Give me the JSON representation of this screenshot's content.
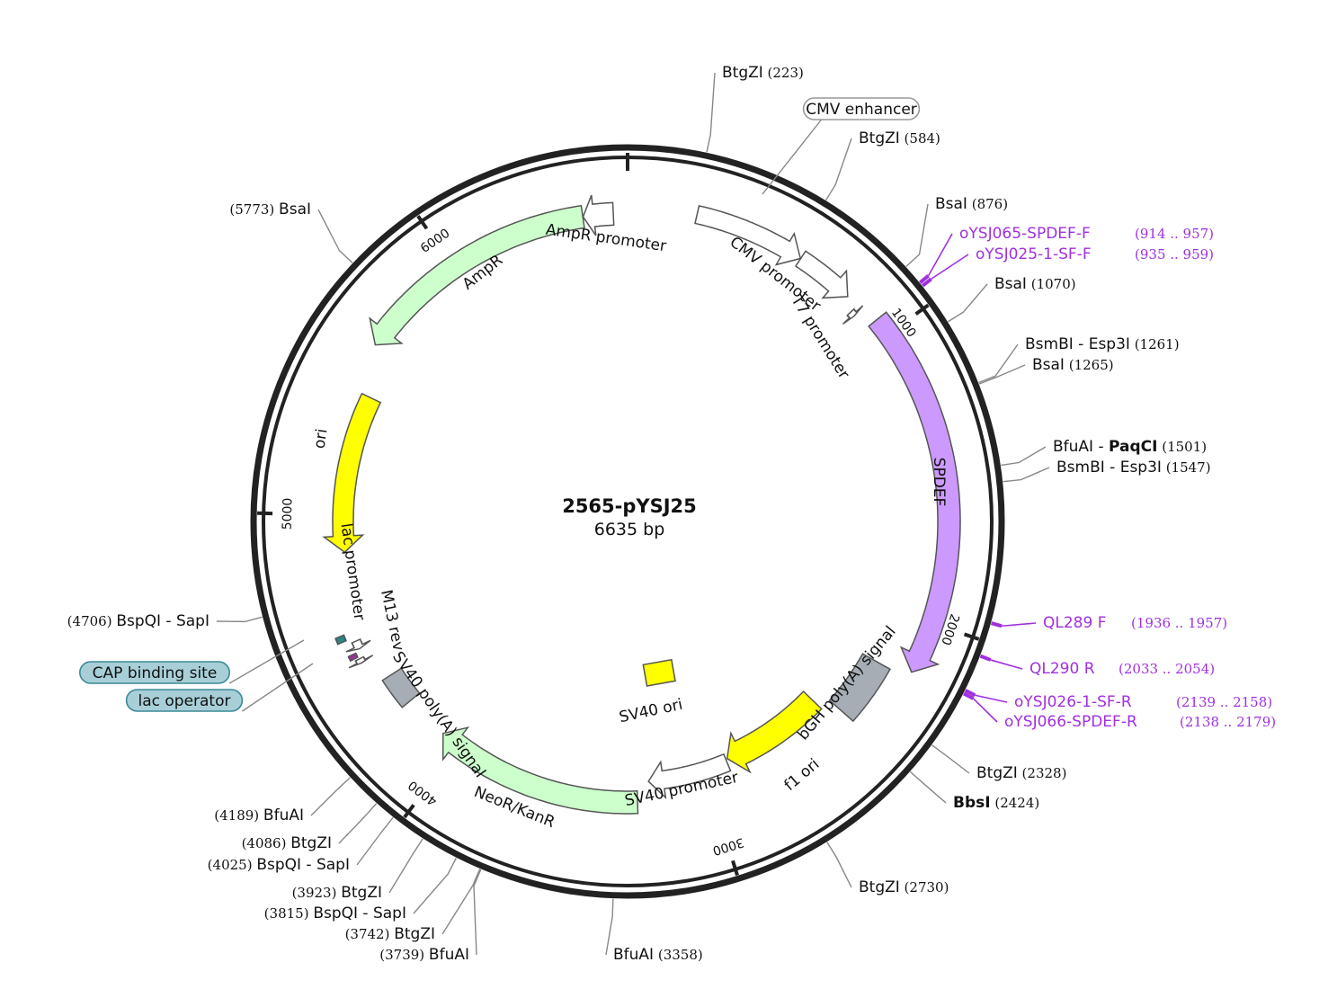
{
  "plasmid": {
    "name": "2565-pYSJ25",
    "length_label": "6635 bp",
    "length": 6635
  },
  "ticks": [
    {
      "pos": 1000,
      "label": "1000"
    },
    {
      "pos": 2000,
      "label": "2000"
    },
    {
      "pos": 3000,
      "label": "3000"
    },
    {
      "pos": 4000,
      "label": "4000"
    },
    {
      "pos": 5000,
      "label": "5000"
    },
    {
      "pos": 6000,
      "label": "6000"
    }
  ],
  "sites": [
    {
      "name": "BtgZI",
      "pos": 223,
      "pos_label": "(223)"
    },
    {
      "name": "BtgZI",
      "pos": 584,
      "pos_label": "(584)"
    },
    {
      "name": "BsaI",
      "pos": 876,
      "pos_label": "(876)"
    },
    {
      "name": "BsaI",
      "pos": 1070,
      "pos_label": "(1070)"
    },
    {
      "name": "BsmBI - Esp3I",
      "pos": 1261,
      "pos_label": "(1261)"
    },
    {
      "name": "BsaI",
      "pos": 1265,
      "pos_label": "(1265)"
    },
    {
      "name": "BfuAI - ",
      "name_bold": "PaqCI",
      "pos": 1501,
      "pos_label": "(1501)"
    },
    {
      "name": "BsmBI - Esp3I",
      "pos": 1547,
      "pos_label": "(1547)"
    },
    {
      "name": "BtgZI",
      "pos": 2328,
      "pos_label": "(2328)"
    },
    {
      "name": "",
      "name_bold": "BbsI",
      "pos": 2424,
      "pos_label": "(2424)"
    },
    {
      "name": "BtgZI",
      "pos": 2730,
      "pos_label": "(2730)"
    },
    {
      "name": "BfuAI",
      "pos": 3358,
      "pos_label": "(3358)"
    },
    {
      "name": "BfuAI",
      "pos": 3739,
      "pos_label": "(3739)"
    },
    {
      "name": "BtgZI",
      "pos": 3742,
      "pos_label": "(3742)"
    },
    {
      "name": "BspQI - SapI",
      "pos": 3815,
      "pos_label": "(3815)"
    },
    {
      "name": "BtgZI",
      "pos": 3923,
      "pos_label": "(3923)"
    },
    {
      "name": "BspQI - SapI",
      "pos": 4025,
      "pos_label": "(4025)"
    },
    {
      "name": "BtgZI",
      "pos": 4086,
      "pos_label": "(4086)"
    },
    {
      "name": "BfuAI",
      "pos": 4189,
      "pos_label": "(4189)"
    },
    {
      "name": "BspQI - SapI",
      "pos": 4706,
      "pos_label": "(4706)"
    },
    {
      "name": "BsaI",
      "pos": 5773,
      "pos_label": "(5773)"
    }
  ],
  "primers": [
    {
      "name": "oYSJ065-SPDEF-F",
      "range": "(914 .. 957)",
      "start": 914,
      "end": 957
    },
    {
      "name": "oYSJ025-1-SF-F",
      "range": "(935 .. 959)",
      "start": 935,
      "end": 959
    },
    {
      "name": "QL289 F",
      "range": "(1936 .. 1957)",
      "start": 1936,
      "end": 1957
    },
    {
      "name": "QL290 R",
      "range": "(2033 .. 2054)",
      "start": 2033,
      "end": 2054
    },
    {
      "name": "oYSJ026-1-SF-R",
      "range": "(2139 .. 2158)",
      "start": 2139,
      "end": 2158
    },
    {
      "name": "oYSJ066-SPDEF-R",
      "range": "(2138 .. 2179)",
      "start": 2138,
      "end": 2179
    }
  ],
  "features": [
    {
      "name": "CMV enhancer",
      "start": 235,
      "end": 614,
      "dir": 1,
      "color": "#ffffff"
    },
    {
      "name": "CMV promoter",
      "start": 615,
      "end": 818,
      "dir": 1,
      "color": "#ffffff"
    },
    {
      "name": "T7 promoter",
      "start": 863,
      "end": 881,
      "dir": 1,
      "color": "#ffffff"
    },
    {
      "name": "SPDEF",
      "start": 940,
      "end": 2174,
      "dir": 1,
      "color": "#cc99ff"
    },
    {
      "name": "bGH poly(A) signal",
      "start": 2200,
      "end": 2424,
      "dir": 0,
      "color": "#a6adb4"
    },
    {
      "name": "f1 ori",
      "start": 2470,
      "end": 2898,
      "dir": 1,
      "color": "#ffff00"
    },
    {
      "name": "SV40 promoter",
      "start": 2904,
      "end": 3233,
      "dir": 1,
      "color": "#ffffff"
    },
    {
      "name": "NeoR/KanR",
      "start": 3280,
      "end": 4074,
      "dir": 1,
      "color": "#ccffcc"
    },
    {
      "name": "SV40 poly(A) signal",
      "start": 4248,
      "end": 4369,
      "dir": 0,
      "color": "#a6adb4"
    },
    {
      "name": "SV40 ori",
      "start": 3100,
      "end": 3200,
      "dir": 0,
      "color": "#ffff00"
    },
    {
      "name": "M13 rev",
      "start": 4460,
      "end": 4476,
      "dir": -1,
      "color": "#ffffff"
    },
    {
      "name": "lac operator",
      "start": 4484,
      "end": 4500,
      "dir": 0,
      "color": "#993399"
    },
    {
      "name": "lac promoter",
      "start": 4508,
      "end": 4538,
      "dir": -1,
      "color": "#ffffff"
    },
    {
      "name": "CAP binding site",
      "start": 4553,
      "end": 4574,
      "dir": 0,
      "color": "#2a8585"
    },
    {
      "name": "ori",
      "start": 4862,
      "end": 5450,
      "dir": -1,
      "color": "#ffff00"
    },
    {
      "name": "AmpR",
      "start": 5621,
      "end": 6481,
      "dir": -1,
      "color": "#ccffcc"
    },
    {
      "name": "AmpR promoter",
      "start": 6482,
      "end": 6586,
      "dir": -1,
      "color": "#ffffff"
    }
  ],
  "callouts": [
    {
      "name": "CMV enhancer",
      "fill": "#ffffff",
      "stroke": "#999999"
    },
    {
      "name": "CAP binding site",
      "fill": "#a8cfd8",
      "stroke": "#3a8a96"
    },
    {
      "name": "lac operator",
      "fill": "#a8cfd8",
      "stroke": "#3a8a96"
    }
  ]
}
